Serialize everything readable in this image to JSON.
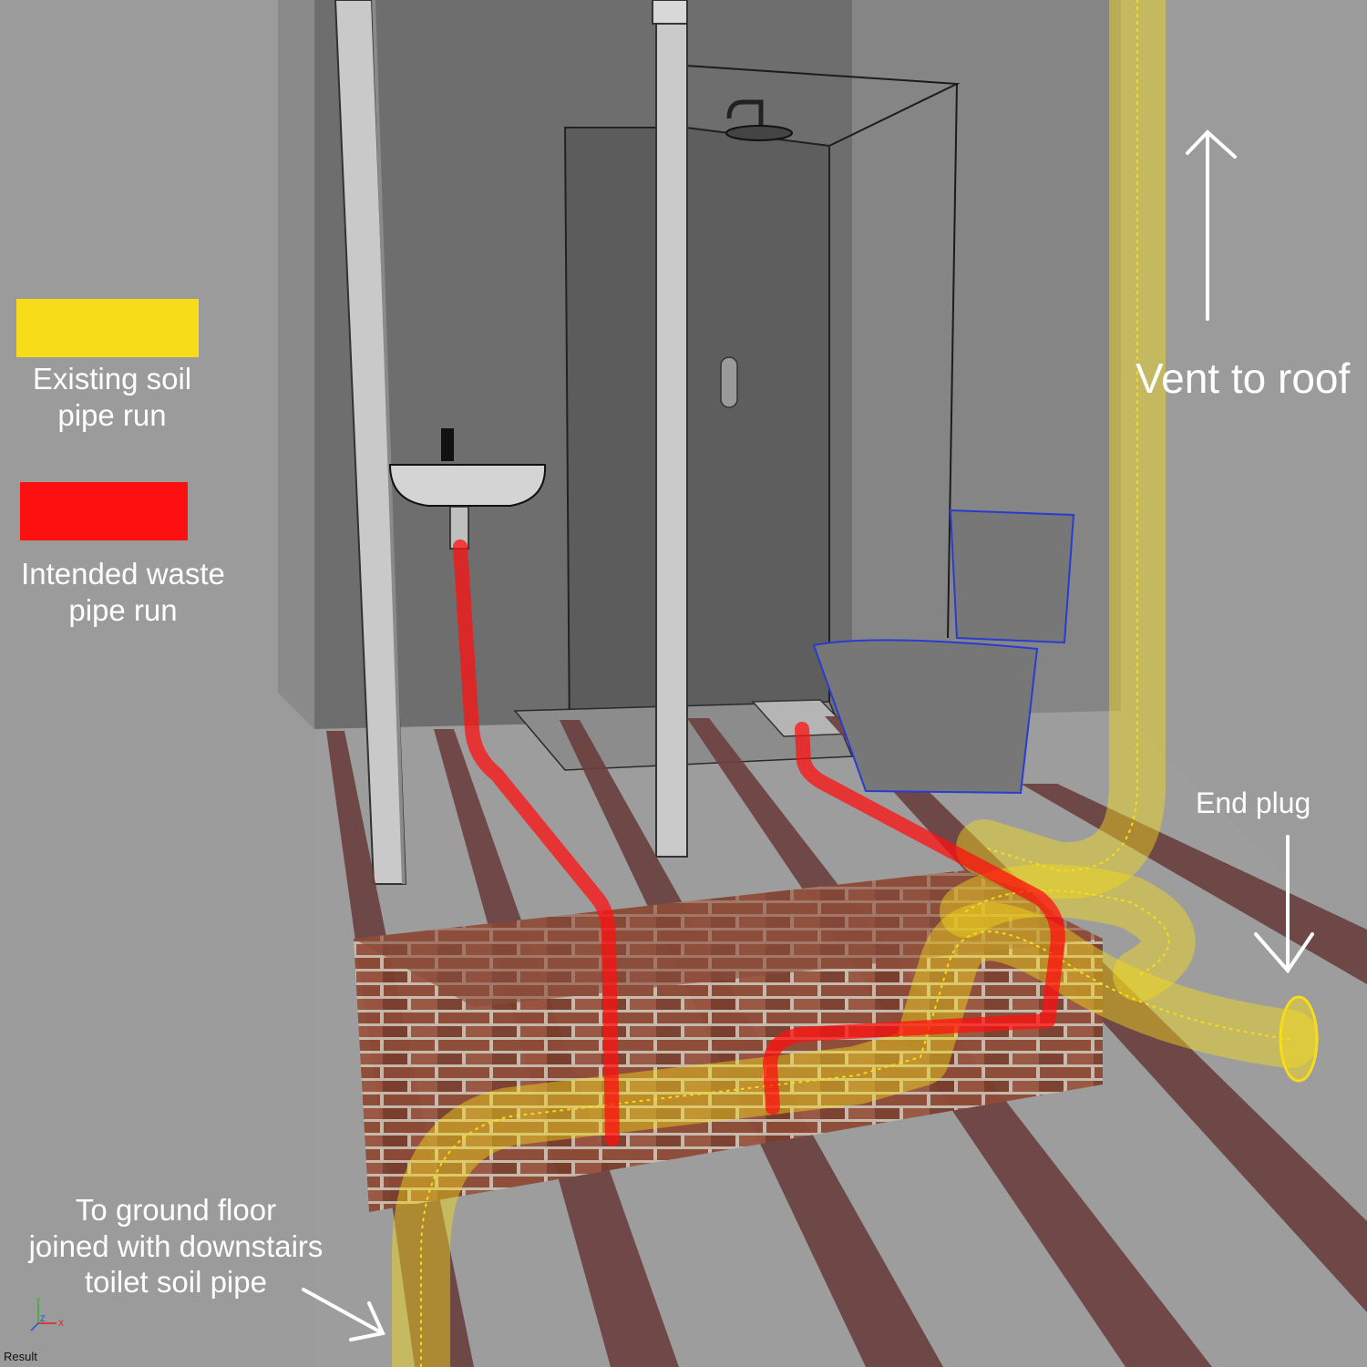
{
  "legend": {
    "existing_label": "Existing soil\npipe run",
    "intended_label": "Intended waste\npipe run"
  },
  "annotations": {
    "vent": "Vent to roof",
    "end_plug": "End plug",
    "ground_floor": "To ground floor\njoined with downstairs\ntoilet soil pipe"
  },
  "viewport": {
    "label": "Result",
    "axes": {
      "y": "Y",
      "z": "Z",
      "x": "X"
    }
  },
  "colors": {
    "existing_pipe": "#f7dc1a",
    "intended_pipe": "#ff1010",
    "background": "#9b9b9b",
    "annotation_text": "#ffffff",
    "joist": "#6a3e3e",
    "brick": "#8a4a36",
    "toilet_wire": "#2a3cd0"
  }
}
